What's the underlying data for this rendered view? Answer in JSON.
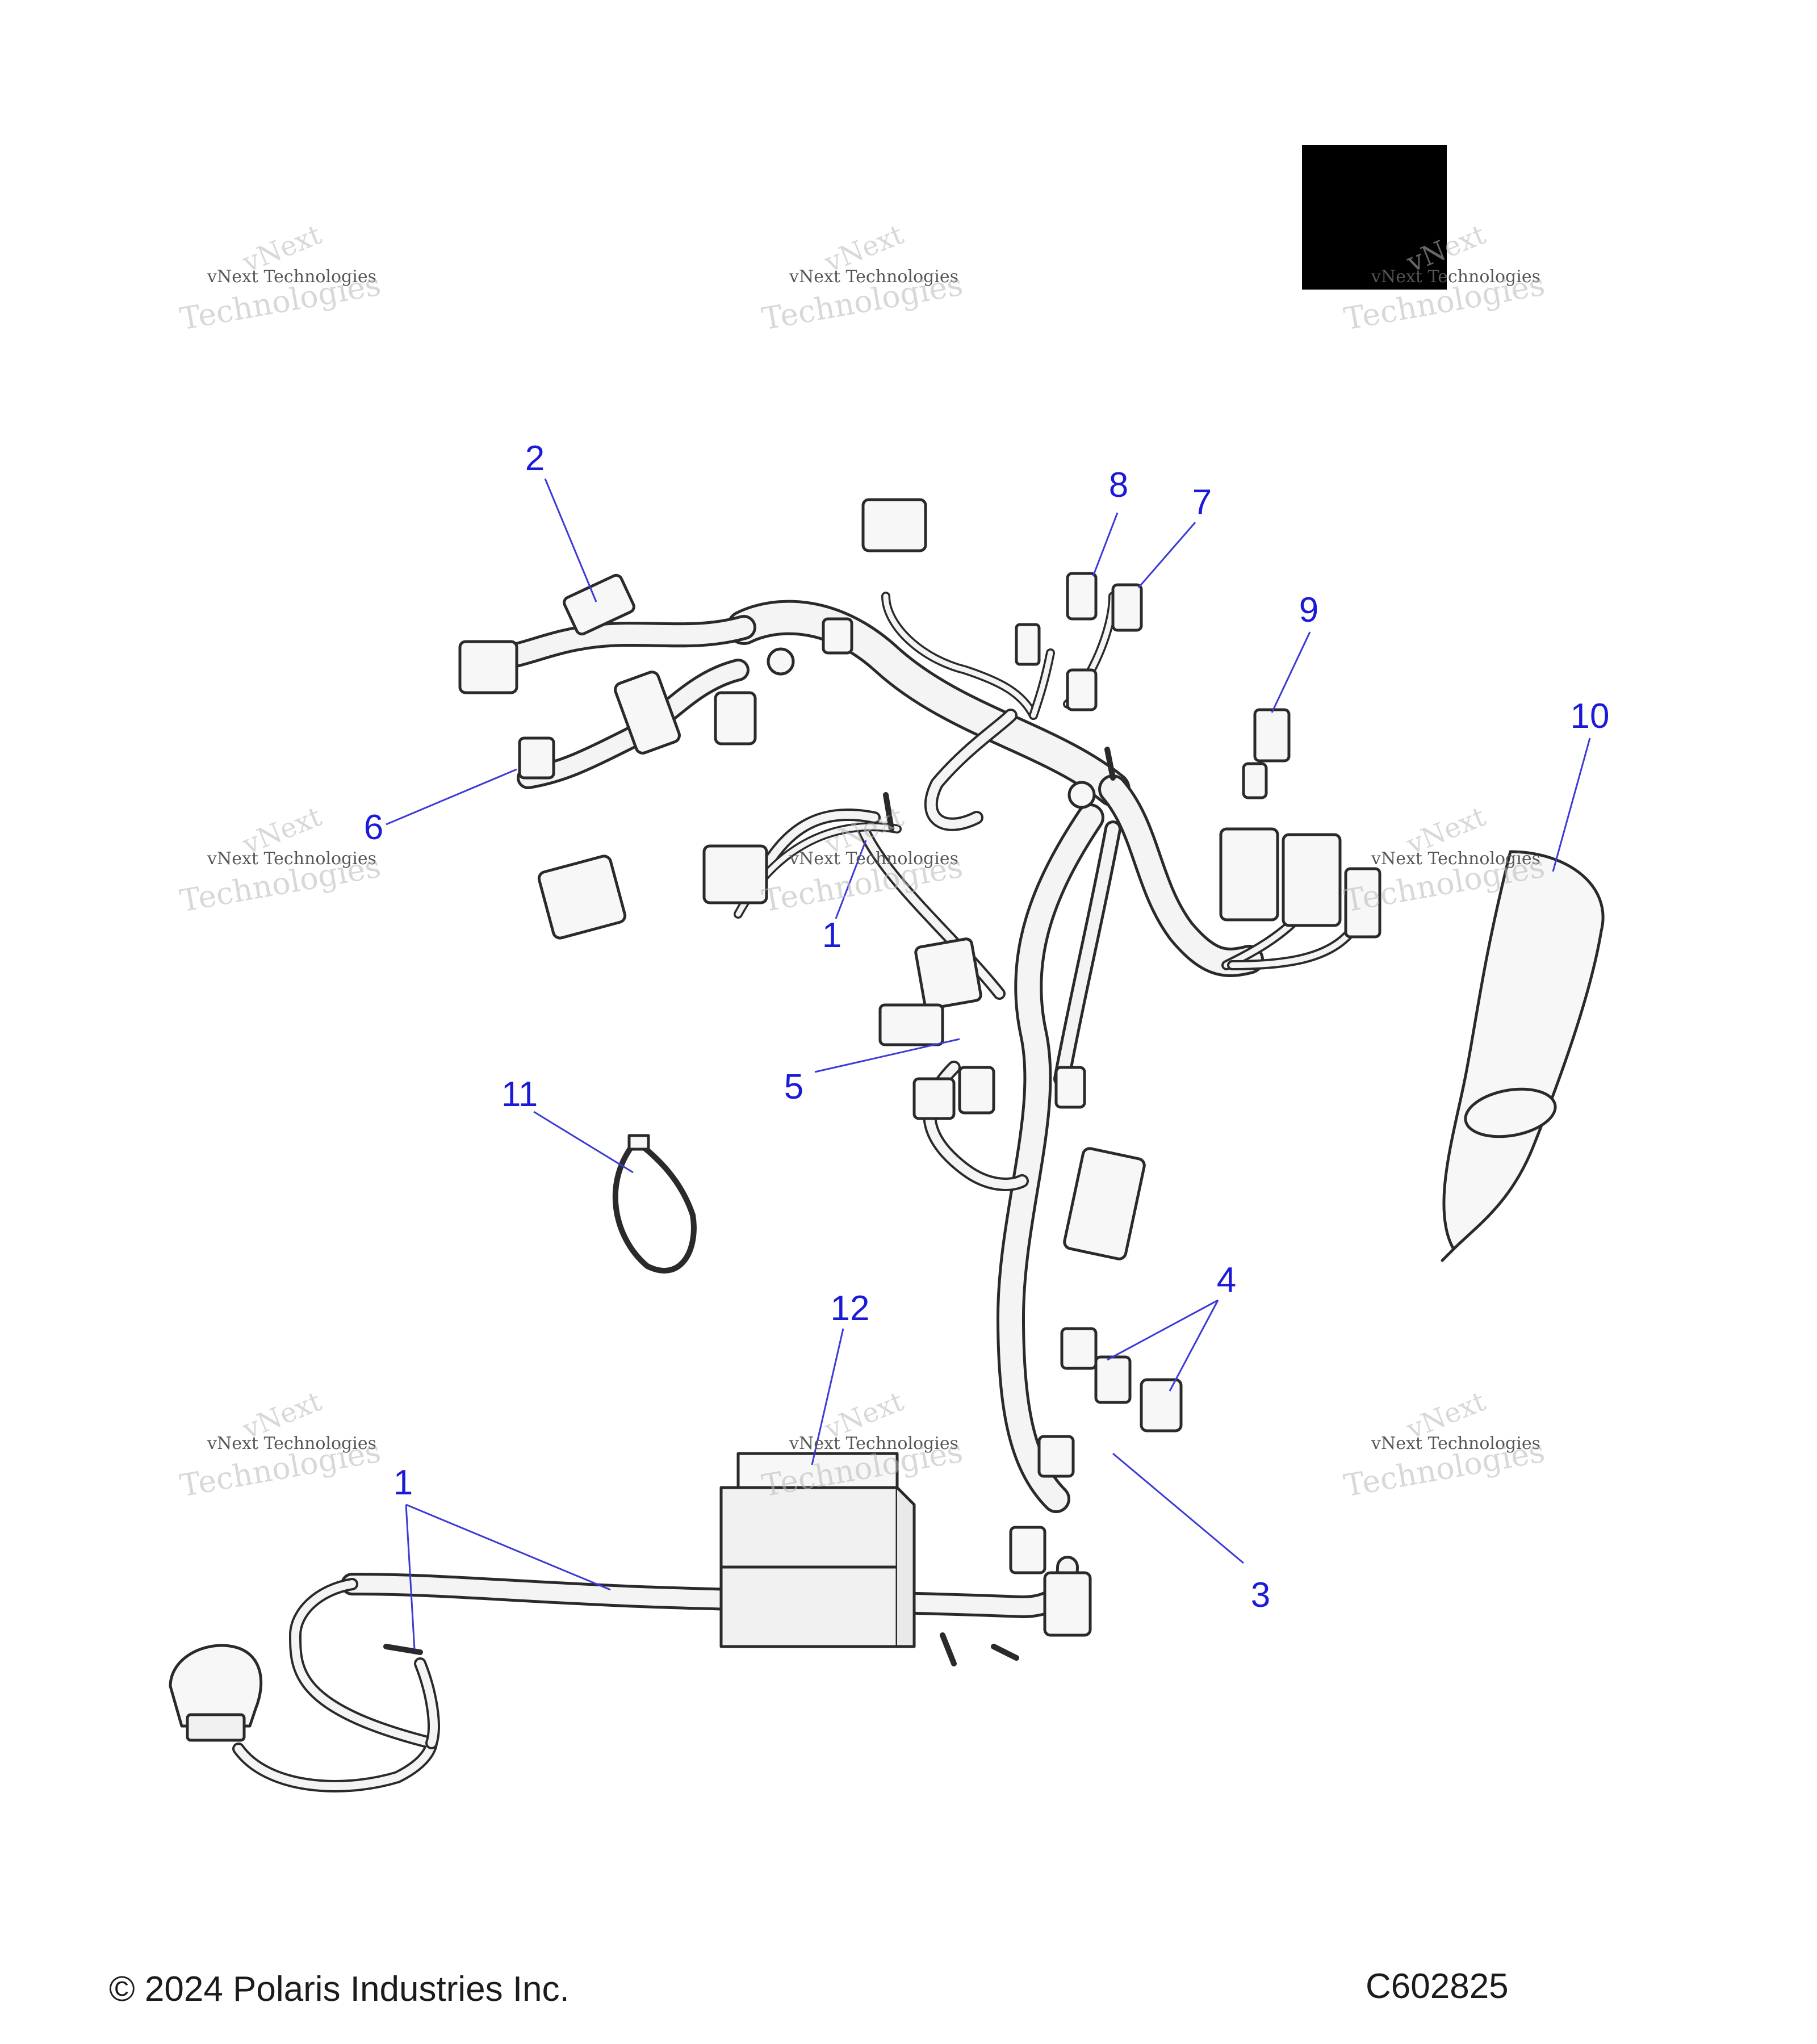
{
  "callouts": [
    {
      "label": "2"
    },
    {
      "label": "8"
    },
    {
      "label": "7"
    },
    {
      "label": "9"
    },
    {
      "label": "10"
    },
    {
      "label": "6"
    },
    {
      "label": "1"
    },
    {
      "label": "5"
    },
    {
      "label": "11"
    },
    {
      "label": "4"
    },
    {
      "label": "12"
    },
    {
      "label": "1"
    },
    {
      "label": "3"
    }
  ],
  "footer": {
    "copyright": "© 2024 Polaris Industries Inc.",
    "figure_code": "C602825"
  },
  "watermark": {
    "brand_line1": "vNext",
    "brand_line2": "vNext Technologies",
    "brand_line3": "Technologies"
  },
  "colors": {
    "callout": "#1a1ad8",
    "leader": "#3b3bd6",
    "line_art": "#2a2a2a"
  }
}
